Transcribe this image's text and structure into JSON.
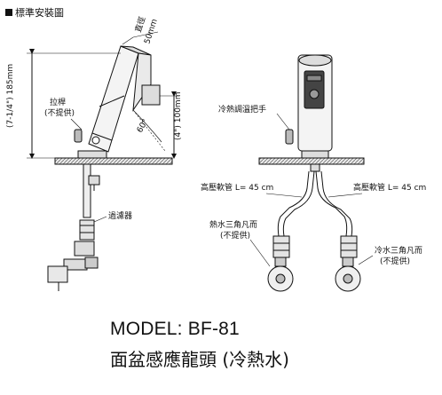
{
  "header": {
    "title": "標準安裝圖"
  },
  "left_view": {
    "dim_height_label": "(7-1/4\") 185mm",
    "dim_spout_label": "(4\") 100mm",
    "dim_dia_top": "直徑",
    "dim_dia_bottom": "50mm",
    "angle_label": "60°",
    "lever_label": "拉桿",
    "lever_note": "(不提供)",
    "filter_label": "過濾器"
  },
  "right_view": {
    "mixer_label": "冷熱調溫把手",
    "hose_left_label": "高壓軟管 L= 45 cm",
    "hose_right_label": "高壓軟管 L= 45 cm",
    "hot_valve_label": "熱水三角凡而",
    "hot_valve_note": "(不提供)",
    "cold_valve_label": "冷水三角凡而",
    "cold_valve_note": "(不提供)"
  },
  "footer": {
    "model": "MODEL: BF-81",
    "product_name": "面盆感應龍頭 (冷熱水)"
  }
}
